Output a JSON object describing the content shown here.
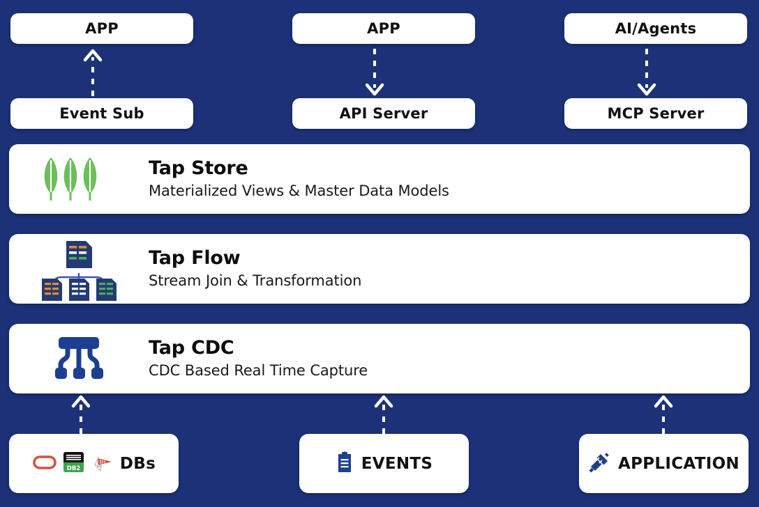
{
  "theme": {
    "background": "#1c3178",
    "card_bg": "#ffffff",
    "brand_navy": "#1c3178",
    "mongo_green": "#6cbe5a",
    "oracle_red": "#d9503f",
    "db2_green": "#3fa34d",
    "accent_orange": "#e8892b",
    "accent_green": "#4caf50"
  },
  "top_row": {
    "columns": [
      {
        "consumer": "APP",
        "gateway": "Event Sub",
        "arrow_direction": "up"
      },
      {
        "consumer": "APP",
        "gateway": "API Server",
        "arrow_direction": "down"
      },
      {
        "consumer": "AI/Agents",
        "gateway": "MCP Server",
        "arrow_direction": "down"
      }
    ]
  },
  "bands": [
    {
      "title": "Tap Store",
      "subtitle": "Materialized Views & Master Data Models",
      "icon": "mongodb-leaves-icon"
    },
    {
      "title": "Tap Flow",
      "subtitle": "Stream Join & Transformation",
      "icon": "document-merge-icon"
    },
    {
      "title": "Tap CDC",
      "subtitle": "CDC Based Real Time Capture",
      "icon": "cdc-fanout-icon"
    }
  ],
  "sources": [
    {
      "label": "DBs",
      "logos": [
        "oracle-logo-icon",
        "ibm-db2-logo-icon",
        "sql-server-logo-icon"
      ],
      "arrow_direction": "up"
    },
    {
      "label": "EVENTS",
      "logos": [
        "clipboard-icon"
      ],
      "arrow_direction": "up"
    },
    {
      "label": "APPLICATION",
      "logos": [
        "plug-connector-icon"
      ],
      "arrow_direction": "up"
    }
  ]
}
